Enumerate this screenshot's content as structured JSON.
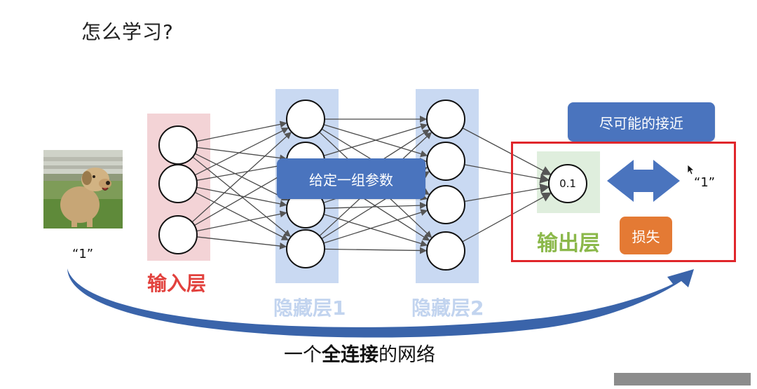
{
  "title": "怎么学习?",
  "labels": {
    "input_layer": "输入层",
    "hidden_layer_1": "隐藏层1",
    "hidden_layer_2": "隐藏层2",
    "output_layer": "输出层"
  },
  "boxes": {
    "given_params": "给定一组参数",
    "as_close_as_possible": "尽可能的接近",
    "loss": "损失"
  },
  "output_value": "0.1",
  "target_label_left": "“1”",
  "target_label_right": "“1”",
  "caption": {
    "part1": "一个",
    "bold1": "全连接",
    "part2": "的网络"
  },
  "colors": {
    "input_layer": "#e2413d",
    "hidden_layer": "#c2d4ef",
    "output_layer": "#8bb84a",
    "pill_blue": "#4a74be",
    "loss_orange": "#e47a34",
    "frame_red": "#e0262b"
  }
}
